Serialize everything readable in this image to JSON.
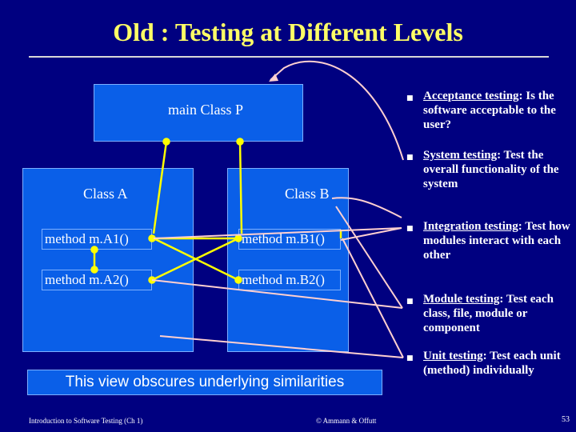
{
  "title": "Old : Testing at Different Levels",
  "diagram": {
    "main_class": "main Class P",
    "class_a": "Class A",
    "class_b": "Class B",
    "methods": {
      "a1": "method m.A1()",
      "a2": "method m.A2()",
      "b1": "method m.B1()",
      "b2": "method m.B2()"
    },
    "banner": "This view obscures underlying similarities"
  },
  "bullets": [
    {
      "term": "Acceptance testing",
      "rest": ": Is the software acceptable to the user?"
    },
    {
      "term": "System testing",
      "rest": ": Test the overall functionality of the system"
    },
    {
      "term": "Integration testing",
      "rest": ": Test how modules interact with each other"
    },
    {
      "term": "Module testing",
      "rest": ": Test each class, file, module or component"
    },
    {
      "term": "Unit testing",
      "rest": ": Test each unit (method) individually"
    }
  ],
  "footer": {
    "left": "Introduction to Software Testing (Ch 1)",
    "middle": "© Ammann & Offutt",
    "page": "53"
  },
  "colors": {
    "title": "#ffff66",
    "background": "#000080",
    "box": "#0a5fe8",
    "connector": "#ffff00",
    "pointer": "#ffcccc"
  }
}
